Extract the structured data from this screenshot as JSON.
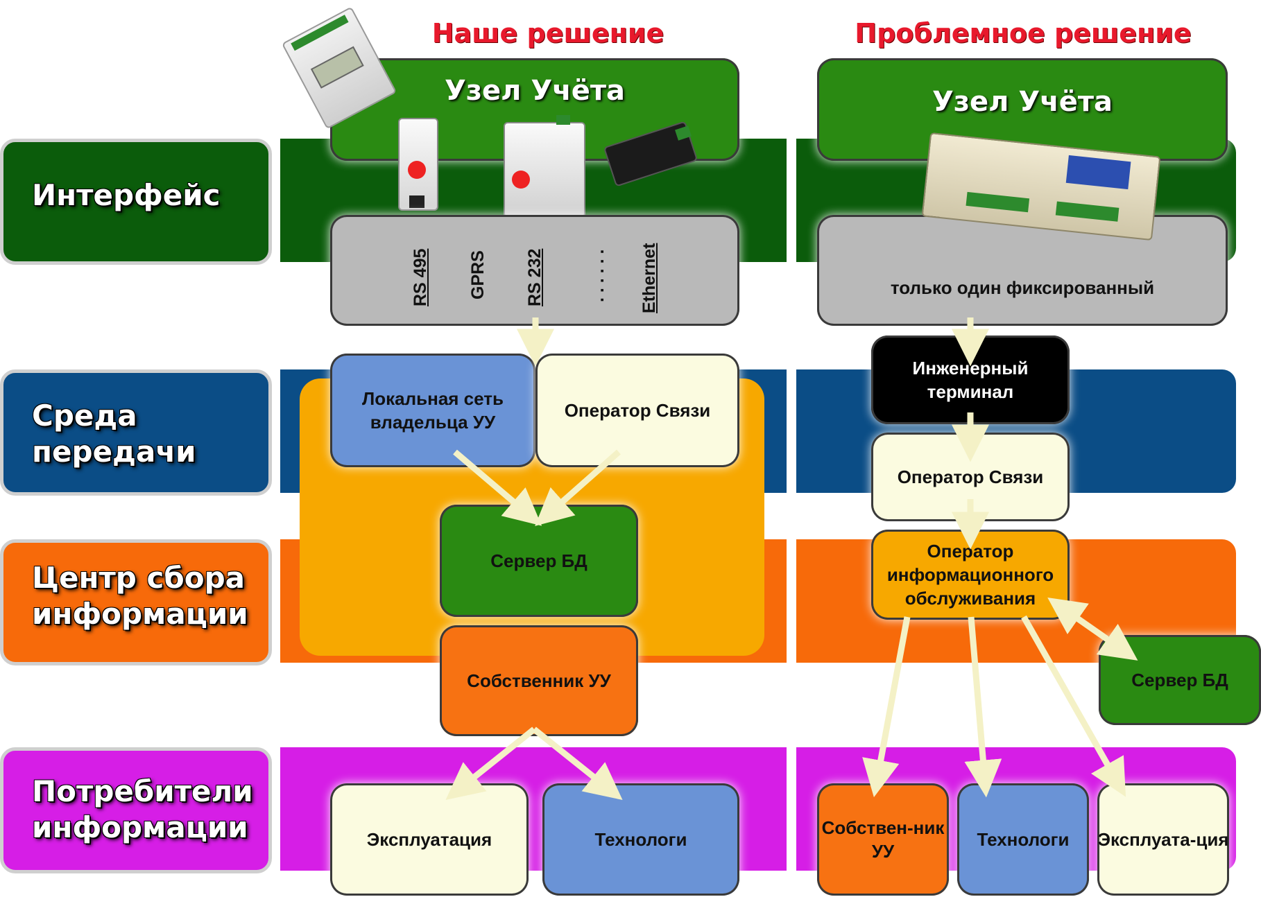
{
  "headers": {
    "ours": "Наше решение",
    "problem": "Проблемное решение"
  },
  "bands": [
    {
      "label": "Интерфейс",
      "color": "#0b5c0b"
    },
    {
      "label": "Среда передачи",
      "color": "#0b4d86"
    },
    {
      "label": "Центр сбора информации",
      "color": "#f76a0a"
    },
    {
      "label": "Потребители информации",
      "color": "#d61ee6"
    }
  ],
  "ours": {
    "node_title": "Узел Учёта",
    "interfaces": [
      "RS 495",
      "GPRS",
      "RS 232",
      ". . . . . .",
      "Ethernet"
    ],
    "local_network": "Локальная сеть владельца УУ",
    "operator": "Оператор Связи",
    "server": "Сервер БД",
    "owner": "Собственник УУ",
    "exploitation": "Эксплуатация",
    "technologists": "Технологи"
  },
  "problem": {
    "node_title": "Узел Учёта",
    "interface_note": "только один фиксированный",
    "eng_terminal": "Инженерный терминал",
    "operator": "Оператор Связи",
    "info_operator": "Оператор информационного обслуживания",
    "server": "Сервер БД",
    "owner": "Собствен-ник УУ",
    "technologists": "Технологи",
    "exploitation": "Эксплуата-ция"
  },
  "colors": {
    "green_box": "#2a8a12",
    "gray_box": "#b9b9b9",
    "blue_box": "#6a93d6",
    "cream_box": "#fbfbe0",
    "orange_box": "#f77212",
    "amber_box": "#f7a800",
    "black_box": "#000000",
    "arrow": "#f4f1c6"
  },
  "icons": [
    "meter-device-icon",
    "rs485-module-icon",
    "rs232-module-icon",
    "ethernet-adapter-icon",
    "controller-device-icon"
  ]
}
